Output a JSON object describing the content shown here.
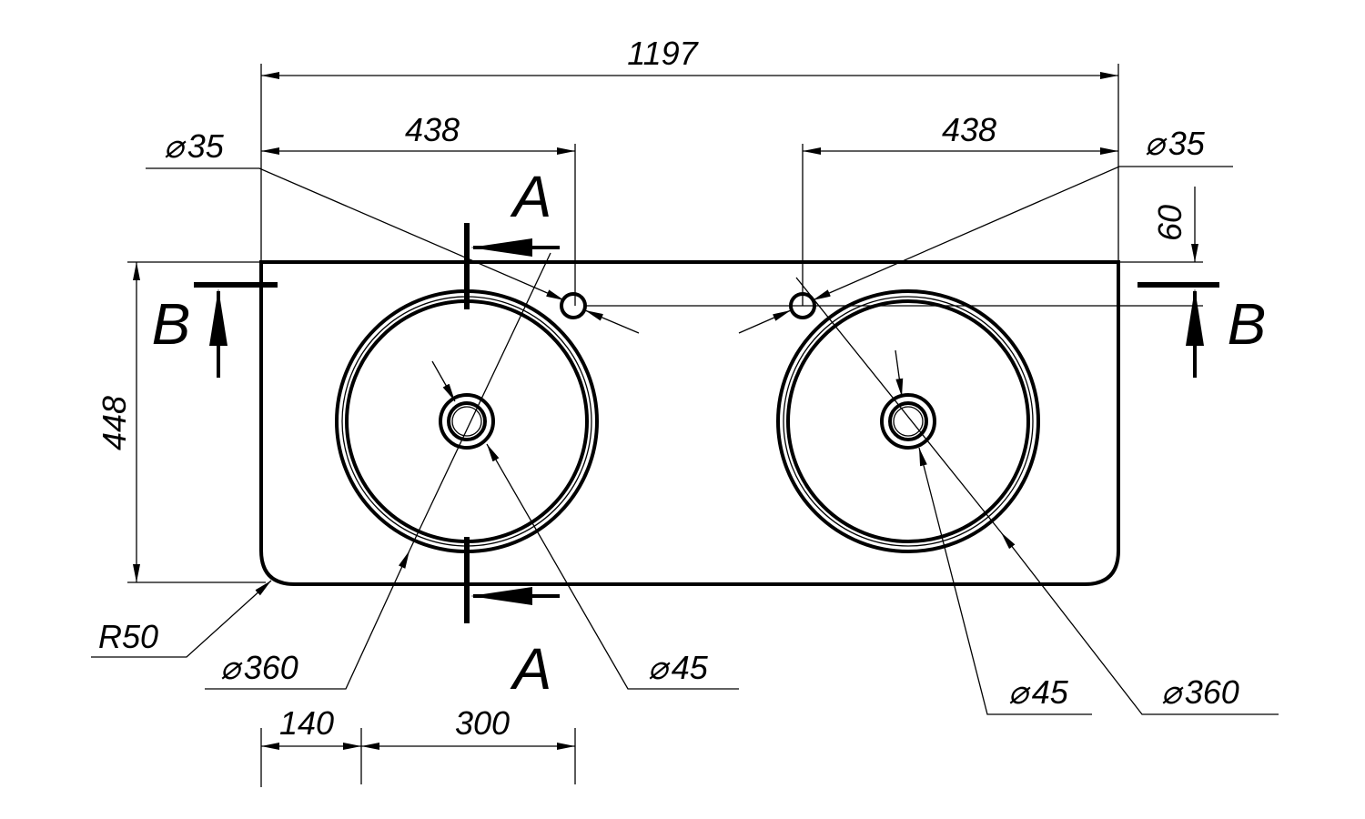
{
  "drawing": {
    "dimensions": {
      "overall_width": "1197",
      "left_tap_offset": "438",
      "right_tap_offset": "438",
      "left_tap_hole": "35",
      "right_tap_hole": "35",
      "tap_hole_from_back": "60",
      "depth": "448",
      "corner_radius": "R50",
      "left_basin": "360",
      "right_basin": "360",
      "left_drain": "45",
      "right_drain": "45",
      "basin_offset": "140",
      "basin_spacing": "300"
    },
    "diameter_symbol": "⌀",
    "sections": {
      "a_top": "A",
      "a_bottom": "A",
      "b_left": "B",
      "b_right": "B"
    }
  }
}
